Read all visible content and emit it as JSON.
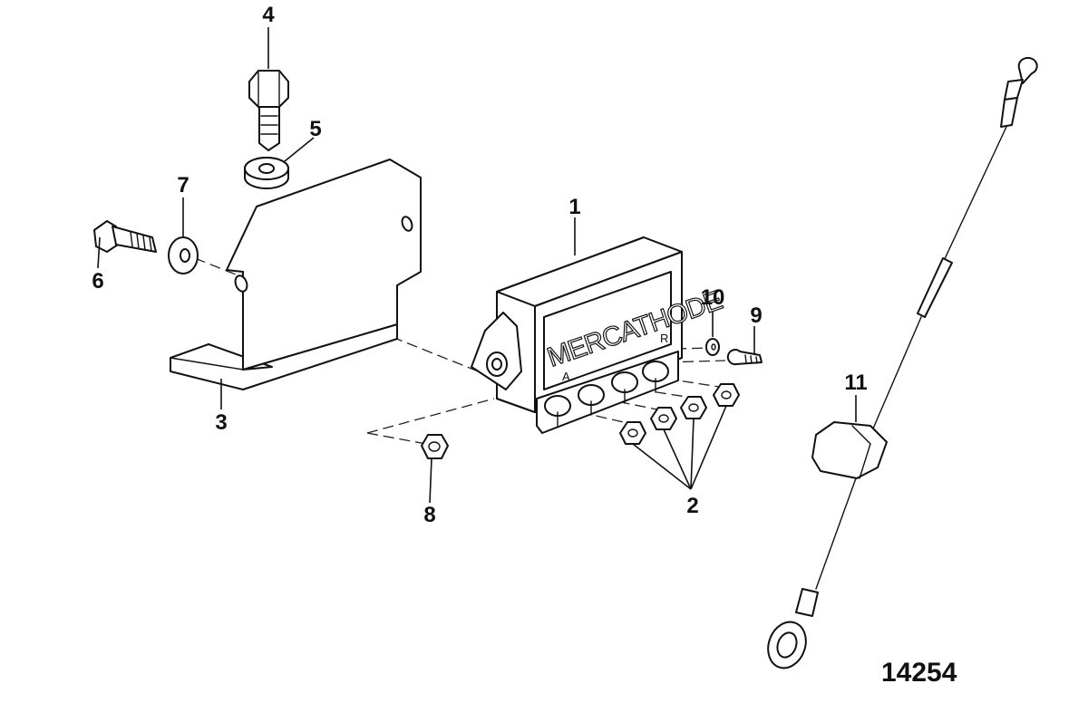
{
  "diagram": {
    "brand_text": "MERCATHODE",
    "terminal_marks": [
      "A",
      "R"
    ],
    "figure_number": "14254",
    "callouts": [
      {
        "id": "1",
        "label": "1"
      },
      {
        "id": "2",
        "label": "2"
      },
      {
        "id": "3",
        "label": "3"
      },
      {
        "id": "4",
        "label": "4"
      },
      {
        "id": "5",
        "label": "5"
      },
      {
        "id": "6",
        "label": "6"
      },
      {
        "id": "7",
        "label": "7"
      },
      {
        "id": "8",
        "label": "8"
      },
      {
        "id": "9",
        "label": "9"
      },
      {
        "id": "10",
        "label": "10"
      },
      {
        "id": "11",
        "label": "11"
      }
    ]
  }
}
